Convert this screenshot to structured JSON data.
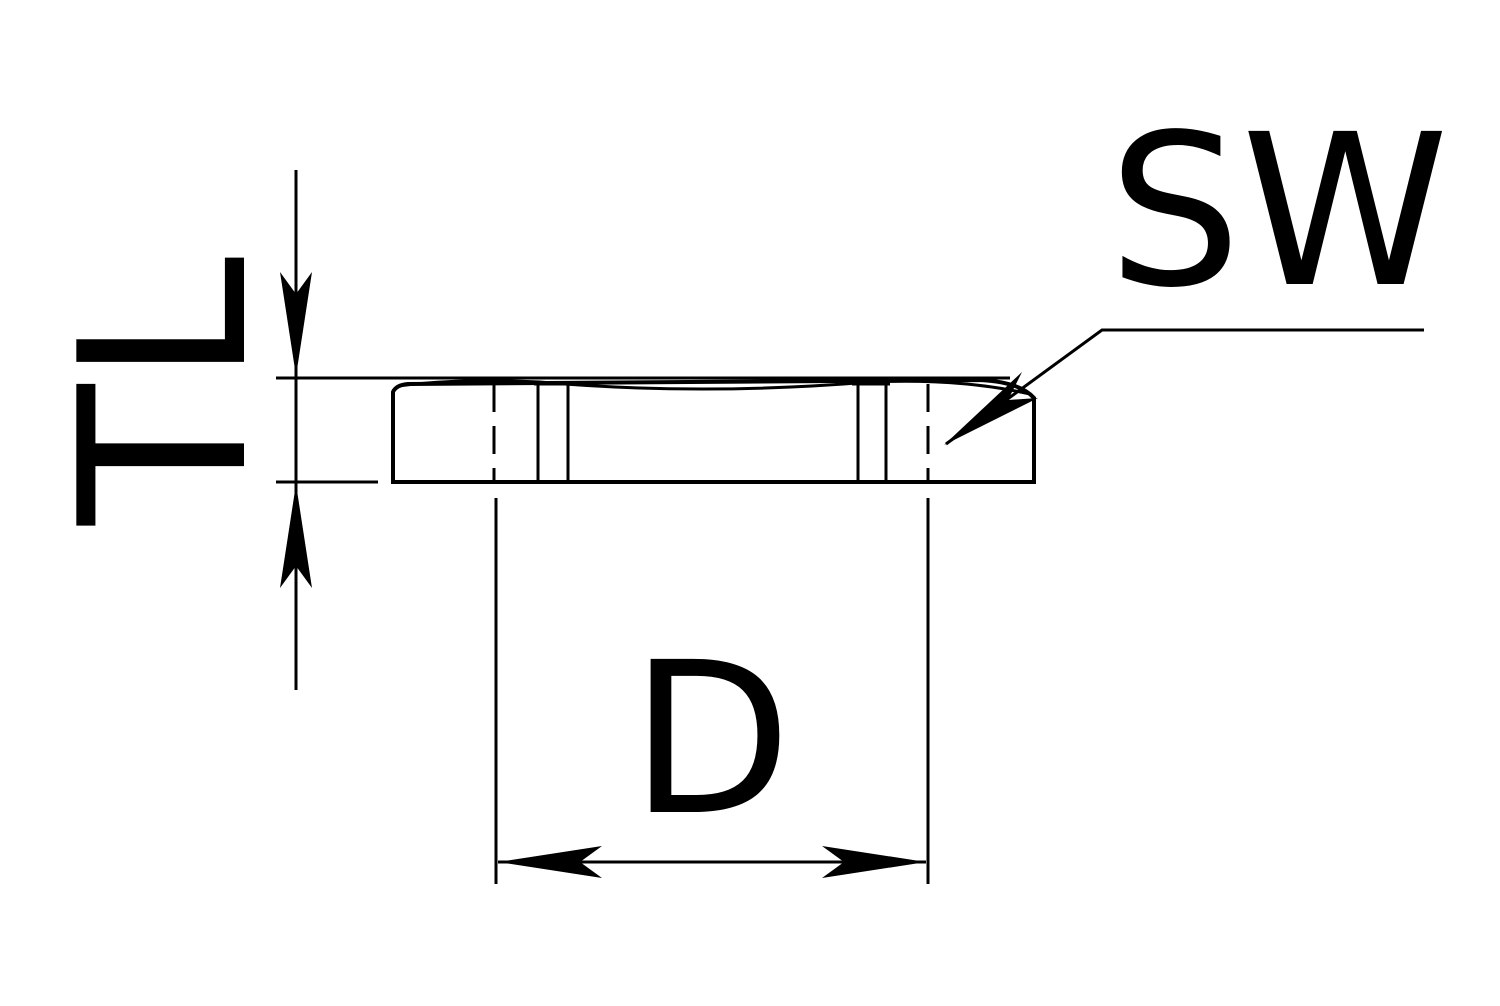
{
  "labels": {
    "thickness": "TL",
    "width_across_flats": "SW",
    "diameter": "D"
  },
  "colors": {
    "line": "#000000",
    "background": "#ffffff"
  }
}
